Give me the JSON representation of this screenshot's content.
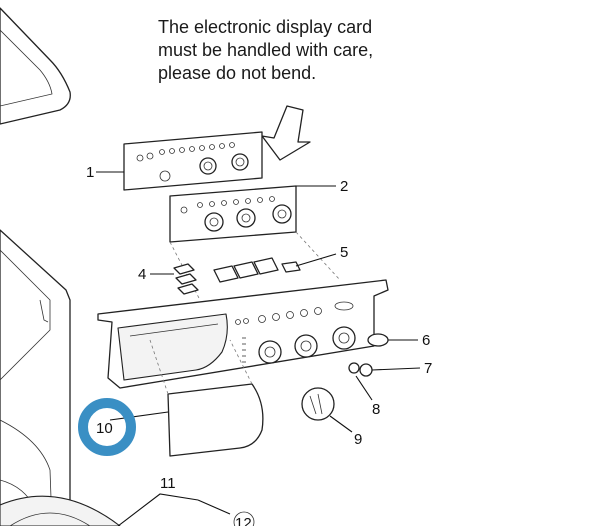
{
  "caution_note": {
    "lines": [
      "The electronic display card",
      "must be handled with care,",
      "please do not bend."
    ]
  },
  "part_labels": {
    "p1": "1",
    "p2": "2",
    "p4": "4",
    "p5": "5",
    "p6": "6",
    "p7": "7",
    "p8": "8",
    "p9": "9",
    "p10": "10",
    "p11": "11",
    "p12": "12"
  },
  "highlight": {
    "part": "10",
    "color": "#3a8fc4"
  }
}
